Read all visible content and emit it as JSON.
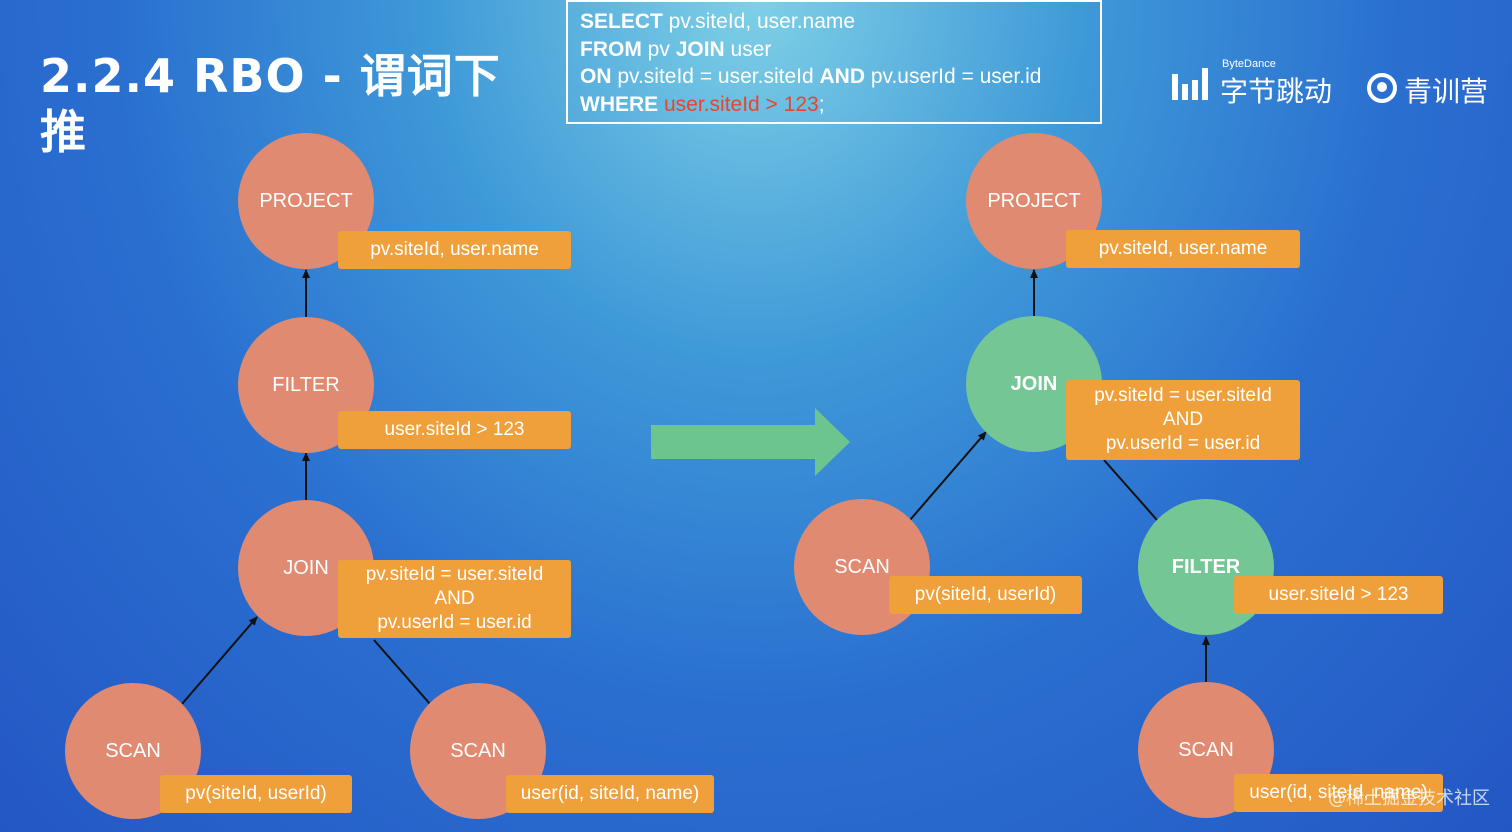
{
  "title": "2.2.4 RBO - 谓词下推",
  "sql": {
    "l1_kw": "SELECT",
    "l1_rest": " pv.siteId, user.name",
    "l2_kw1": "FROM",
    "l2_mid": " pv ",
    "l2_kw2": "JOIN",
    "l2_rest": " user",
    "l3_kw1": "ON",
    "l3_mid": " pv.siteId = user.siteId ",
    "l3_kw2": "AND",
    "l3_rest": " pv.userId = user.id",
    "l4_kw": "WHERE",
    "l4_hl": " user.siteId > 123",
    "l4_end": ";"
  },
  "brand": {
    "small": "ByteDance",
    "name": "字节跳动",
    "camp": "青训营"
  },
  "left_tree": {
    "project": {
      "name": "PROJECT",
      "label": "pv.siteId, user.name"
    },
    "filter": {
      "name": "FILTER",
      "label": "user.siteId > 123"
    },
    "join": {
      "name": "JOIN",
      "label_l1": "pv.siteId = user.siteId",
      "label_l2": "AND",
      "label_l3": "pv.userId = user.id"
    },
    "scan_pv": {
      "name": "SCAN",
      "label": "pv(siteId, userId)"
    },
    "scan_user": {
      "name": "SCAN",
      "label": "user(id, siteId, name)"
    }
  },
  "right_tree": {
    "project": {
      "name": "PROJECT",
      "label": "pv.siteId, user.name"
    },
    "join": {
      "name": "JOIN",
      "label_l1": "pv.siteId = user.siteId",
      "label_l2": "AND",
      "label_l3": "pv.userId = user.id"
    },
    "scan_pv": {
      "name": "SCAN",
      "label": "pv(siteId, userId)"
    },
    "filter": {
      "name": "FILTER",
      "label": "user.siteId > 123"
    },
    "scan_user": {
      "name": "SCAN",
      "label": "user(id, siteId, name)"
    }
  },
  "watermark": "@稀土掘金技术社区",
  "colors": {
    "node_red": "#e08a72",
    "node_green": "#74c795",
    "label_orange": "#f0a03a",
    "arrow_green": "#6cc58f",
    "highlight": "#e8452c"
  }
}
